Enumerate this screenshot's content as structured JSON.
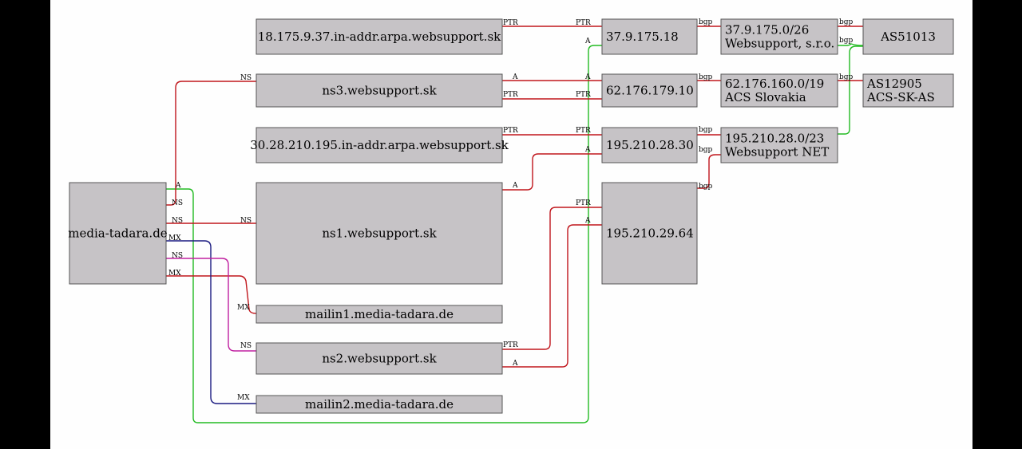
{
  "colors": {
    "ns": "#c0161c",
    "mx": "#1a1a80",
    "a": "#22bb22",
    "mx_ns2": "#c020a0",
    "bg": "#fefefe",
    "node": "#c6c3c6"
  },
  "nodes": {
    "domain": "media-tadara.de",
    "rev1": "18.175.9.37.in-addr.arpa.websupport.sk",
    "ns3": "ns3.websupport.sk",
    "rev2": "30.28.210.195.in-addr.arpa.websupport.sk",
    "ns1": "ns1.websupport.sk",
    "mailin1": "mailin1.media-tadara.de",
    "ns2": "ns2.websupport.sk",
    "mailin2": "mailin2.media-tadara.de",
    "ip1": "37.9.175.18",
    "ip2": "62.176.179.10",
    "ip3": "195.210.28.30",
    "ip4": "195.210.29.64",
    "net1": [
      "37.9.175.0/26",
      "Websupport, s.r.o."
    ],
    "net2": [
      "62.176.160.0/19",
      "ACS Slovakia"
    ],
    "net3": [
      "195.210.28.0/23",
      "Websupport NET"
    ],
    "as1": [
      "AS51013"
    ],
    "as2": [
      "AS12905",
      "ACS-SK-AS"
    ]
  },
  "edge_labels": {
    "ns": "NS",
    "mx": "MX",
    "a": "A",
    "ptr": "PTR",
    "bgp": "bgp"
  }
}
